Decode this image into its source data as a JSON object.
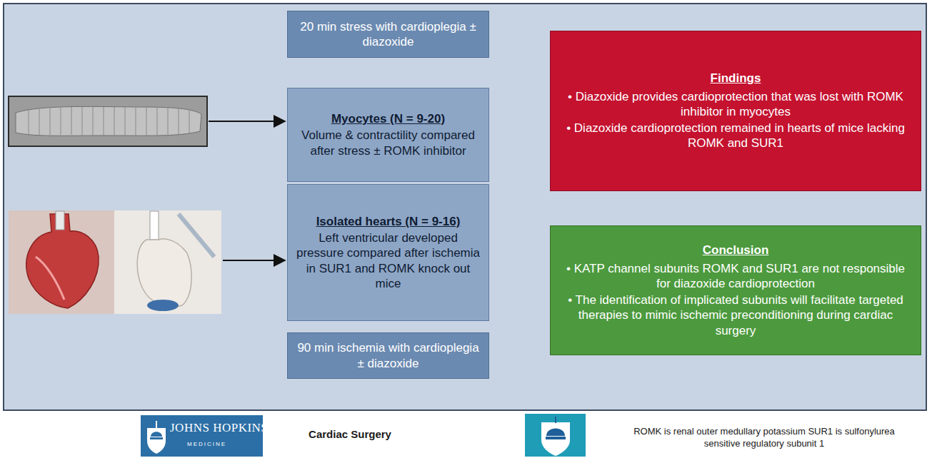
{
  "diagram": {
    "nodes": [
      {
        "text": [
          "20 min stress with cardioplegia ± diazoxide"
        ]
      },
      {
        "text": [
          "Myocytes (N = 9-20)",
          "Volume & contractility compared after stress ± ROMK inhibitor"
        ]
      },
      {
        "text": [
          "Isolated hearts (N = 9-16)",
          "Left ventricular developed pressure compared after ischemia in SUR1 and ROMK knock out mice"
        ]
      },
      {
        "text": [
          "90 min ischemia with cardioplegia ± diazoxide"
        ]
      },
      {
        "text": [
          "Findings",
          "• Diazoxide provides cardioprotection that was lost with ROMK inhibitor in myocytes",
          "• Diazoxide cardioprotection remained in hearts of mice lacking ROMK and SUR1"
        ]
      },
      {
        "text": [
          "Conclusion",
          "• KATP channel subunits ROMK and SUR1 are not responsible for diazoxide cardioprotection",
          "• The identification of implicated subunits will facilitate targeted therapies to mimic ischemic preconditioning during cardiac surgery"
        ]
      }
    ],
    "labels": [
      "JOHNS HOPKINS",
      "MEDICINE",
      "Cardiac Surgery",
      "ROMK is renal outer medullary potassium SUR1 is sulfonylurea sensitive regulatory subunit 1"
    ]
  }
}
